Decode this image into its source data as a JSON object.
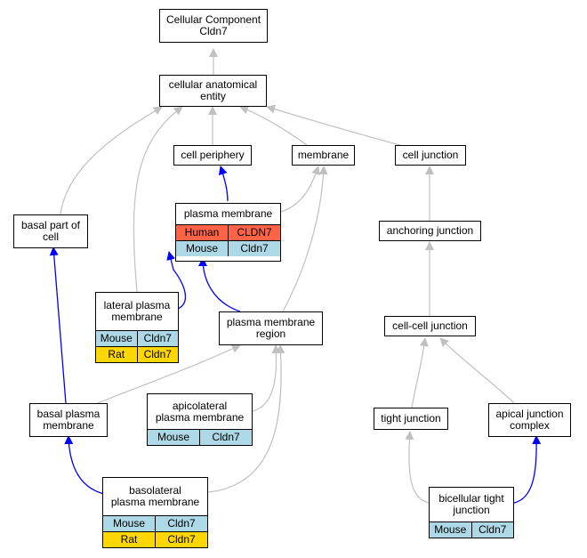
{
  "nodes": {
    "root": {
      "label": "Cellular Component\nCldn7"
    },
    "cae": {
      "label": "cellular anatomical\nentity"
    },
    "periphery": {
      "label": "cell periphery"
    },
    "membrane": {
      "label": "membrane"
    },
    "cjunction": {
      "label": "cell junction"
    },
    "basalpart": {
      "label": "basal part of\ncell"
    },
    "pm": {
      "label": "plasma membrane",
      "rows": [
        {
          "species": "Human",
          "gene": "CLDN7",
          "color": "#FF6347"
        },
        {
          "species": "Mouse",
          "gene": "Cldn7",
          "color": "#ADD8E6"
        }
      ]
    },
    "anchoring": {
      "label": "anchoring junction"
    },
    "lateral": {
      "label": "lateral plasma\nmembrane",
      "rows": [
        {
          "species": "Mouse",
          "gene": "Cldn7",
          "color": "#ADD8E6"
        },
        {
          "species": "Rat",
          "gene": "Cldn7",
          "color": "#FFD700"
        }
      ]
    },
    "pmregion": {
      "label": "plasma membrane\nregion"
    },
    "cellcell": {
      "label": "cell-cell junction"
    },
    "basalpm": {
      "label": "basal plasma\nmembrane"
    },
    "apicolateral": {
      "label": "apicolateral\nplasma membrane",
      "rows": [
        {
          "species": "Mouse",
          "gene": "Cldn7",
          "color": "#ADD8E6"
        }
      ]
    },
    "tight": {
      "label": "tight junction"
    },
    "apicalcomplex": {
      "label": "apical junction\ncomplex"
    },
    "basolateral": {
      "label": "basolateral\nplasma membrane",
      "rows": [
        {
          "species": "Mouse",
          "gene": "Cldn7",
          "color": "#ADD8E6"
        },
        {
          "species": "Rat",
          "gene": "Cldn7",
          "color": "#FFD700"
        }
      ]
    },
    "bicellular": {
      "label": "bicellular tight\njunction",
      "rows": [
        {
          "species": "Mouse",
          "gene": "Cldn7",
          "color": "#ADD8E6"
        }
      ]
    }
  },
  "colors": {
    "is_a_edge": "#C0C0C0",
    "part_of_edge": "#0000FF"
  }
}
